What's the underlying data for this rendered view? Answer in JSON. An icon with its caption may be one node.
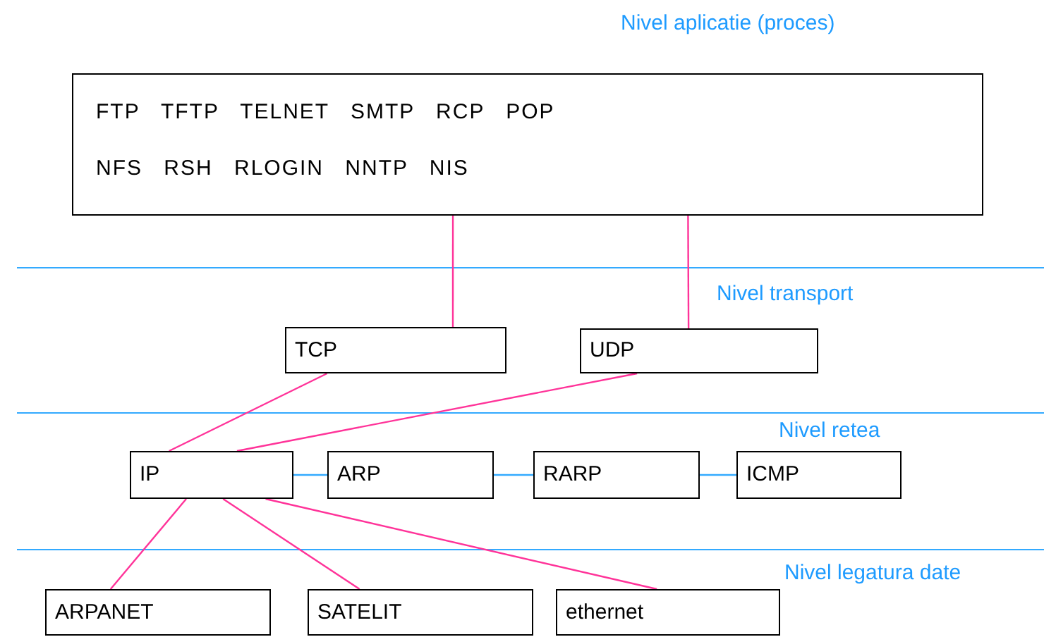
{
  "diagram": {
    "nodes": [
      {
        "text": [
          "FTP TFTP TELNET SMTP RCP POP",
          "NFS RSH RLOGIN NNTP NIS"
        ]
      },
      {
        "text": [
          "TCP"
        ]
      },
      {
        "text": [
          "UDP"
        ]
      },
      {
        "text": [
          "IP"
        ]
      },
      {
        "text": [
          "ARP"
        ]
      },
      {
        "text": [
          "RARP"
        ]
      },
      {
        "text": [
          "ICMP"
        ]
      },
      {
        "text": [
          "ARPANET"
        ]
      },
      {
        "text": [
          "SATELIT"
        ]
      },
      {
        "text": [
          "ethernet"
        ]
      }
    ],
    "edges": [
      {
        "from": 0,
        "to": 1,
        "arrow": "none"
      },
      {
        "from": 0,
        "to": 2,
        "arrow": "none"
      },
      {
        "from": 1,
        "to": 3,
        "arrow": "none"
      },
      {
        "from": 2,
        "to": 3,
        "arrow": "none"
      },
      {
        "from": 3,
        "to": 4,
        "arrow": "none",
        "color": "#33aaff"
      },
      {
        "from": 4,
        "to": 5,
        "arrow": "none",
        "color": "#33aaff"
      },
      {
        "from": 5,
        "to": 6,
        "arrow": "none",
        "color": "#33aaff"
      },
      {
        "from": 3,
        "to": 7,
        "arrow": "none"
      },
      {
        "from": 3,
        "to": 8,
        "arrow": "none"
      },
      {
        "from": 3,
        "to": 9,
        "arrow": "none"
      }
    ],
    "labels": [
      "Nivel aplicatie (proces)",
      "Nivel transport",
      "Nivel retea",
      "Nivel legatura date"
    ]
  }
}
